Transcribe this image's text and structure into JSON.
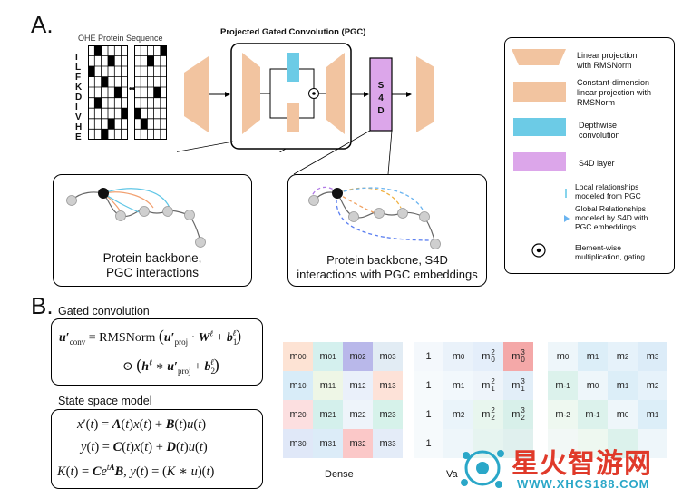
{
  "panel_a": {
    "label": "A.",
    "ohe_title": "OHE Protein Sequence",
    "residues": [
      "I",
      "L",
      "F",
      "K",
      "D",
      "I",
      "V",
      "H",
      "E"
    ],
    "ellipsis": "•••",
    "pgc_title": "Projected Gated Convolution (PGC)",
    "s4d_box": [
      "S",
      "4",
      "D"
    ],
    "left_caption": [
      "Protein backbone,",
      "PGC interactions"
    ],
    "right_caption": [
      "Protein backbone, S4D",
      "interactions with PGC embeddings"
    ]
  },
  "legend": {
    "items": [
      {
        "icon": "trapezoid",
        "lines": [
          "Linear  projection",
          "with RMSNorm"
        ]
      },
      {
        "icon": "rectangle-peach",
        "lines": [
          "Constant-dimension",
          "linear projection with",
          "RMSNorm"
        ]
      },
      {
        "icon": "rectangle-blue",
        "lines": [
          "Depthwise",
          "convolution"
        ]
      },
      {
        "icon": "rectangle-purple",
        "lines": [
          "S4D layer"
        ]
      },
      {
        "icon": "orange-blue-line",
        "lines": [
          "Local relationships",
          "modeled from PGC"
        ]
      },
      {
        "icon": "dashed-line",
        "lines": [
          "Global Relationships",
          "modeled by S4D with",
          "PGC embeddings"
        ]
      },
      {
        "icon": "odot",
        "lines": [
          "Element-wise",
          "multiplication, gating"
        ]
      }
    ],
    "colors": {
      "peach": "#f2c4a0",
      "blue": "#6ccbe6",
      "purple": "#dca6ea"
    }
  },
  "panel_b": {
    "label": "B.",
    "gated_title": "Gated convolution",
    "ssm_title": "State space model",
    "matrix_labels": [
      "Dense",
      "Va"
    ],
    "dense_matrix": [
      [
        "m00",
        "m01",
        "m02",
        "m03"
      ],
      [
        "m10",
        "m11",
        "m12",
        "m13"
      ],
      [
        "m20",
        "m21",
        "m22",
        "m23"
      ],
      [
        "m30",
        "m31",
        "m32",
        "m33"
      ]
    ],
    "vandermonde_matrix": [
      [
        "1",
        "m0",
        "m0 2",
        "m0 3"
      ],
      [
        "1",
        "m1",
        "m1 2",
        "m1 3"
      ],
      [
        "1",
        "m2",
        "m2 2",
        "m2 3"
      ],
      [
        "1",
        "",
        "",
        ""
      ]
    ],
    "toeplitz_matrix": [
      [
        "m0",
        "m1",
        "m2",
        "m3"
      ],
      [
        "m-1",
        "m0",
        "m1",
        "m2"
      ],
      [
        "m-2",
        "m-1",
        "m0",
        "m1"
      ],
      [
        "",
        "",
        "",
        ""
      ]
    ]
  },
  "watermark": {
    "title": "星火智游网",
    "url": "WWW.XHCS188.COM"
  }
}
